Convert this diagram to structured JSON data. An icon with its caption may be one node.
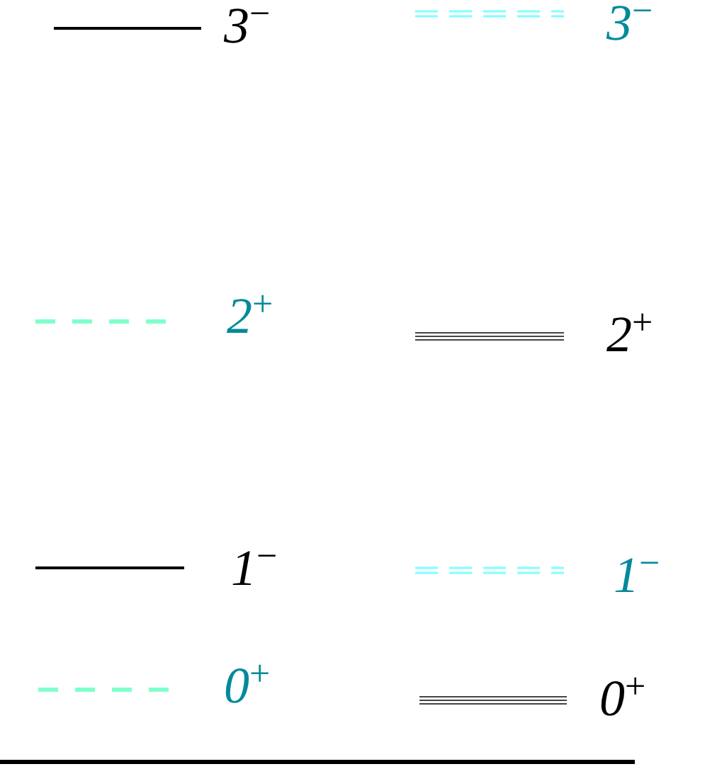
{
  "diagram": {
    "labels": [
      "3$^{−}$",
      "3$^{−}$",
      "2$^{+}$",
      "2$^{+}$",
      "1$^{−}$",
      "1$^{−}$",
      "0$^{+}$",
      "0$^{+}$"
    ]
  }
}
